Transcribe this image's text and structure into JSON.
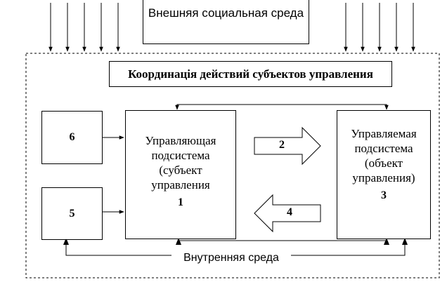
{
  "outer_env": {
    "label": "Внешняя социальная среда"
  },
  "coordination": {
    "label": "Координація действий субъектов управления"
  },
  "managing": {
    "lines": [
      "Управляющая",
      "подсистема",
      "(субъект",
      "управления"
    ],
    "number": "1"
  },
  "managed": {
    "lines": [
      "Управляемая",
      "подсистема",
      "(объект",
      "управления)"
    ],
    "number": "3"
  },
  "box6": {
    "number": "6"
  },
  "box5": {
    "number": "5"
  },
  "arrow_right": {
    "number": "2"
  },
  "arrow_left": {
    "number": "4"
  },
  "inner_env": {
    "label": "Внутренняя среда"
  }
}
